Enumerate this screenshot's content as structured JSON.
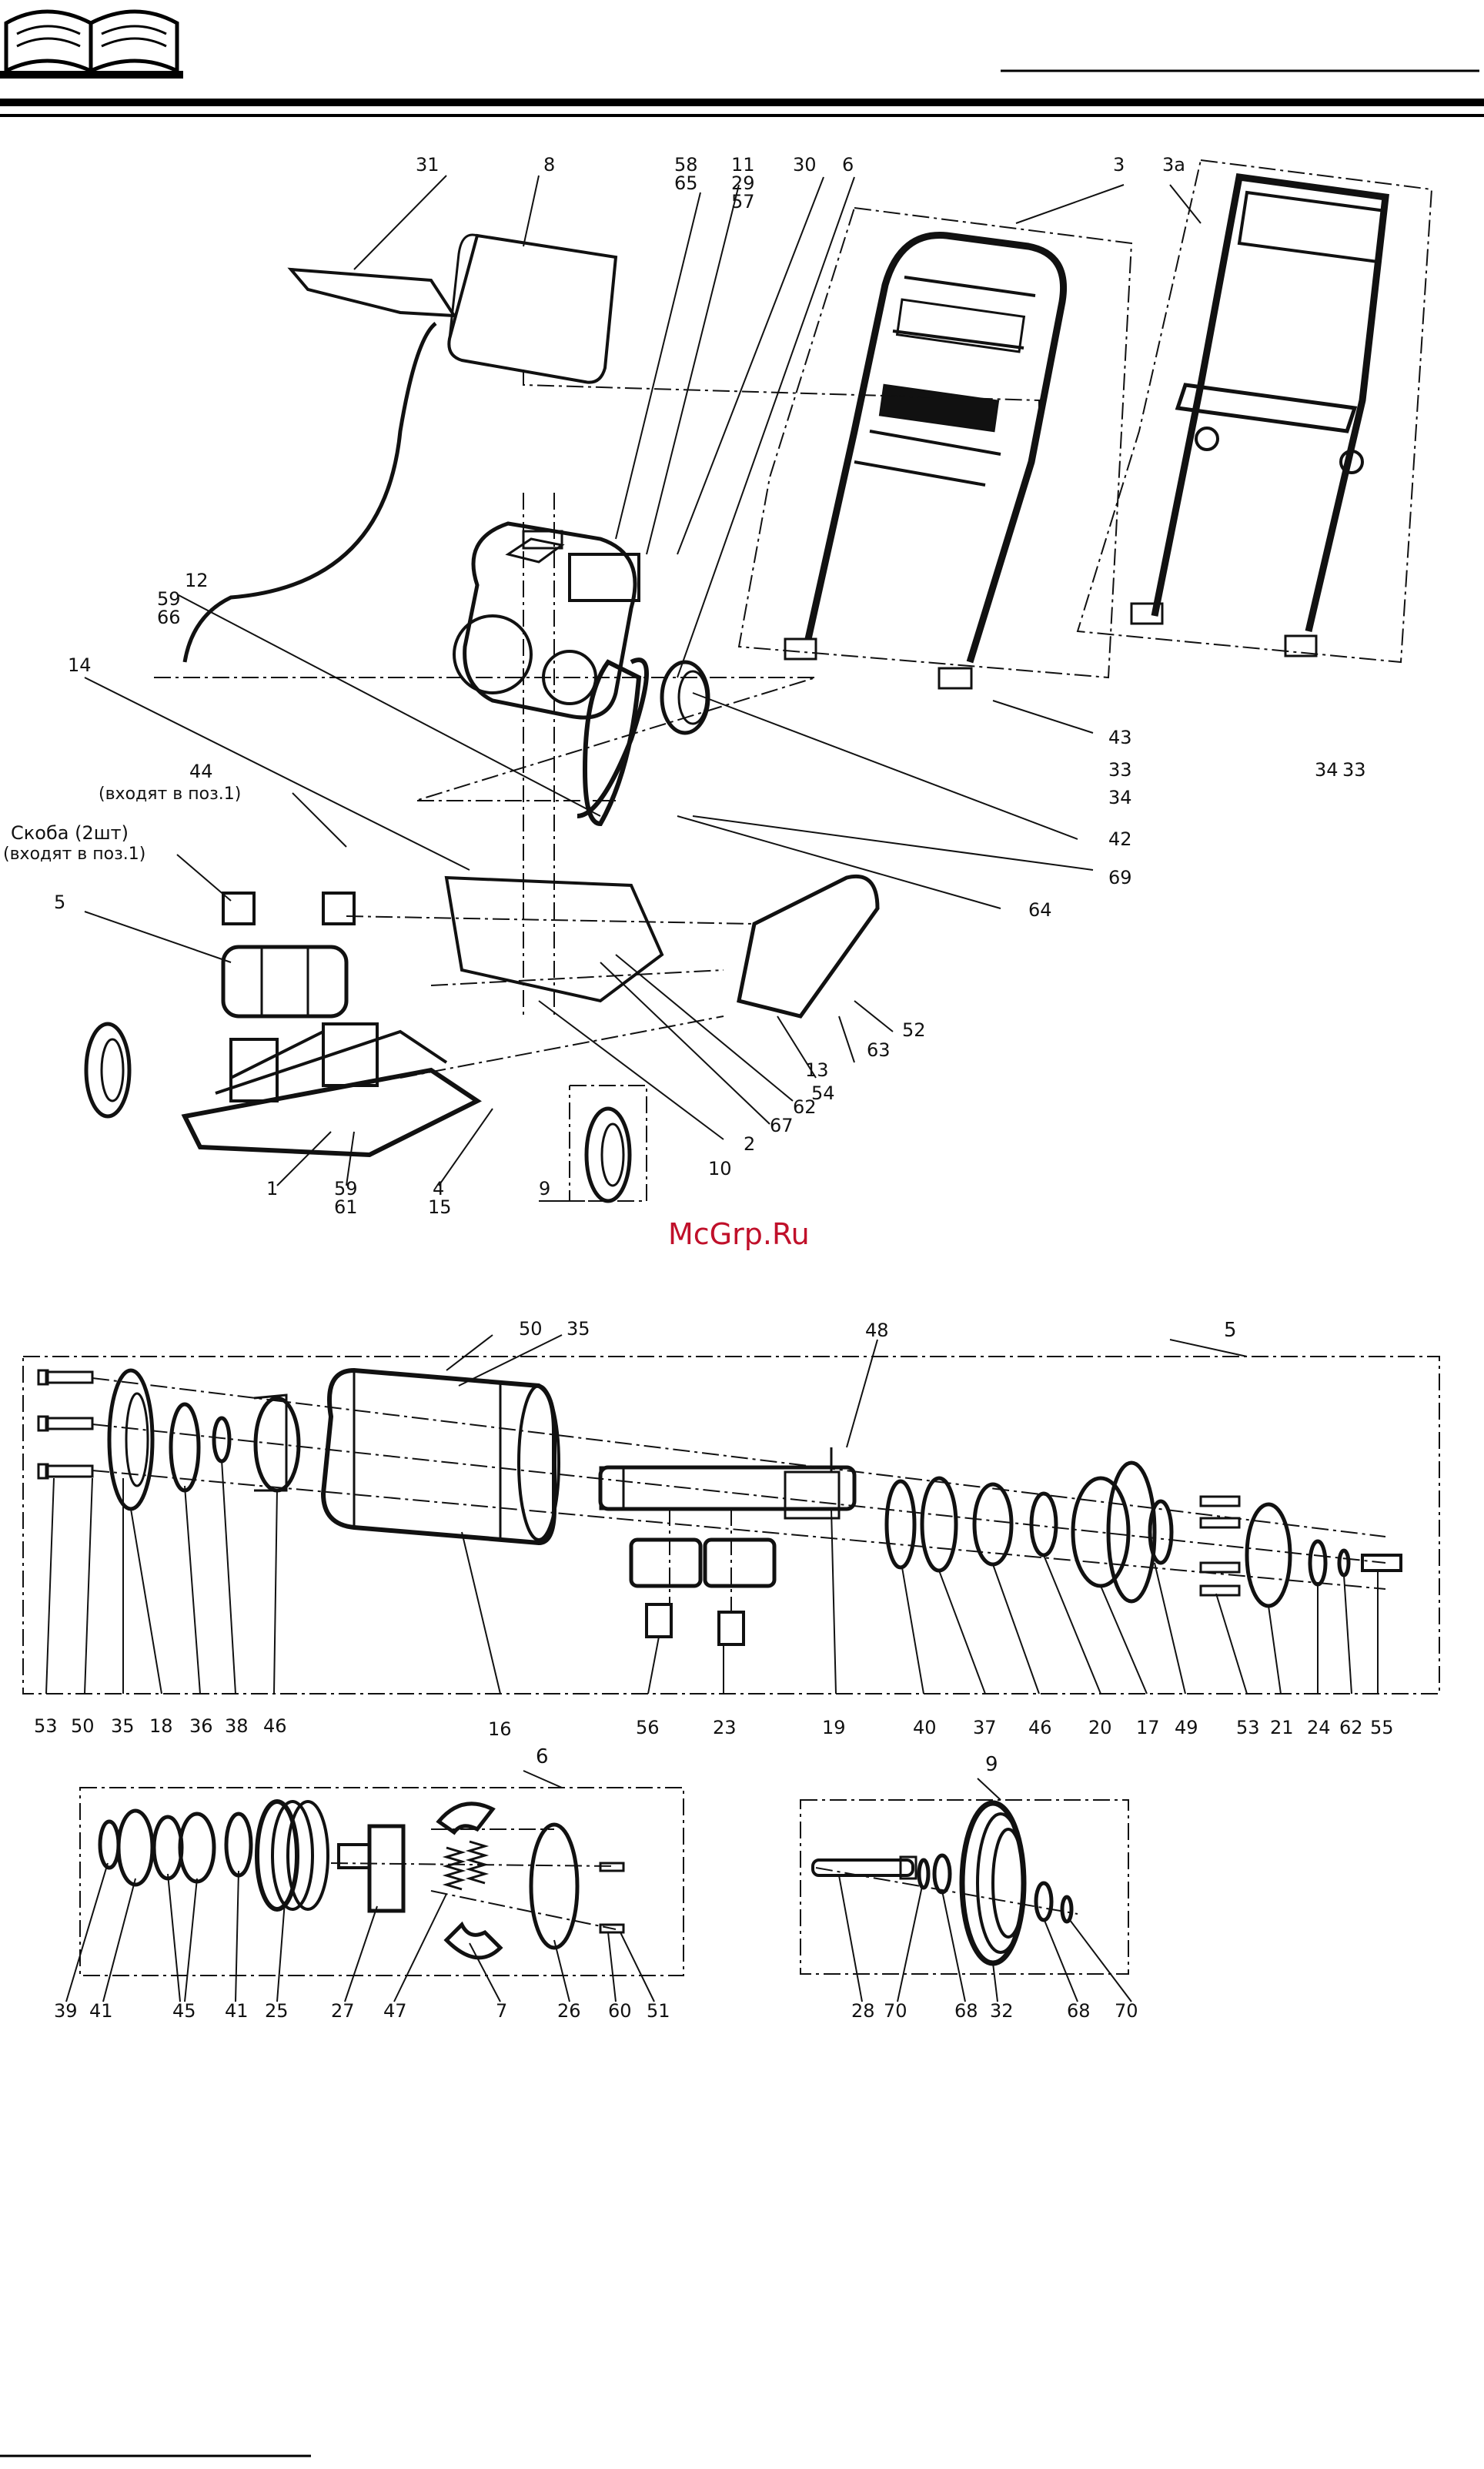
{
  "watermark": "McGrp.Ru",
  "section_labels": {
    "main_assembly_5": "5",
    "kit_6": "6",
    "kit_9": "9"
  },
  "callouts_top": [
    {
      "id": "c31",
      "text": "31"
    },
    {
      "id": "c8",
      "text": "8"
    },
    {
      "id": "c58",
      "text": "58"
    },
    {
      "id": "c65",
      "text": "65"
    },
    {
      "id": "c11",
      "text": "11"
    },
    {
      "id": "c29",
      "text": "29"
    },
    {
      "id": "c57",
      "text": "57"
    },
    {
      "id": "c30",
      "text": "30"
    },
    {
      "id": "c6",
      "text": "6"
    },
    {
      "id": "c3",
      "text": "3"
    },
    {
      "id": "c3a",
      "text": "3a"
    },
    {
      "id": "c12",
      "text": "12"
    },
    {
      "id": "c59a",
      "text": "59"
    },
    {
      "id": "c66",
      "text": "66"
    },
    {
      "id": "c14",
      "text": "14"
    },
    {
      "id": "c44",
      "text": "44"
    },
    {
      "id": "c44n",
      "text": "(входят в поз.1)"
    },
    {
      "id": "cbr",
      "text": "Скоба (2шт)"
    },
    {
      "id": "cbrn",
      "text": "(входят в поз.1)"
    },
    {
      "id": "c5",
      "text": "5"
    },
    {
      "id": "c43",
      "text": "43"
    },
    {
      "id": "c33a",
      "text": "33"
    },
    {
      "id": "c34a",
      "text": "34"
    },
    {
      "id": "c34b",
      "text": "34"
    },
    {
      "id": "c33b",
      "text": "33"
    },
    {
      "id": "c42",
      "text": "42"
    },
    {
      "id": "c69",
      "text": "69"
    },
    {
      "id": "c64",
      "text": "64"
    },
    {
      "id": "c52",
      "text": "52"
    },
    {
      "id": "c63",
      "text": "63"
    },
    {
      "id": "c13",
      "text": "13"
    },
    {
      "id": "c54",
      "text": "54"
    },
    {
      "id": "c62",
      "text": "62"
    },
    {
      "id": "c67",
      "text": "67"
    },
    {
      "id": "c2",
      "text": "2"
    },
    {
      "id": "c10",
      "text": "10"
    },
    {
      "id": "c1",
      "text": "1"
    },
    {
      "id": "c59b",
      "text": "59"
    },
    {
      "id": "c61",
      "text": "61"
    },
    {
      "id": "c4",
      "text": "4"
    },
    {
      "id": "c15",
      "text": "15"
    },
    {
      "id": "c9",
      "text": "9"
    }
  ],
  "callouts_middle": [
    {
      "id": "m50t",
      "text": "50"
    },
    {
      "id": "m35t",
      "text": "35"
    },
    {
      "id": "m48",
      "text": "48"
    },
    {
      "id": "m53",
      "text": "53"
    },
    {
      "id": "m50",
      "text": "50"
    },
    {
      "id": "m35",
      "text": "35"
    },
    {
      "id": "m18",
      "text": "18"
    },
    {
      "id": "m36",
      "text": "36"
    },
    {
      "id": "m38",
      "text": "38"
    },
    {
      "id": "m46a",
      "text": "46"
    },
    {
      "id": "m16",
      "text": "16"
    },
    {
      "id": "m56",
      "text": "56"
    },
    {
      "id": "m23",
      "text": "23"
    },
    {
      "id": "m19",
      "text": "19"
    },
    {
      "id": "m40",
      "text": "40"
    },
    {
      "id": "m37",
      "text": "37"
    },
    {
      "id": "m46b",
      "text": "46"
    },
    {
      "id": "m20",
      "text": "20"
    },
    {
      "id": "m17",
      "text": "17"
    },
    {
      "id": "m49",
      "text": "49"
    },
    {
      "id": "m53b",
      "text": "53"
    },
    {
      "id": "m21",
      "text": "21"
    },
    {
      "id": "m24",
      "text": "24"
    },
    {
      "id": "m62",
      "text": "62"
    },
    {
      "id": "m55",
      "text": "55"
    }
  ],
  "callouts_bottom_left": [
    {
      "id": "b39",
      "text": "39"
    },
    {
      "id": "b41a",
      "text": "41"
    },
    {
      "id": "b45",
      "text": "45"
    },
    {
      "id": "b41b",
      "text": "41"
    },
    {
      "id": "b25",
      "text": "25"
    },
    {
      "id": "b27",
      "text": "27"
    },
    {
      "id": "b47",
      "text": "47"
    },
    {
      "id": "b7",
      "text": "7"
    },
    {
      "id": "b26",
      "text": "26"
    },
    {
      "id": "b60",
      "text": "60"
    },
    {
      "id": "b51",
      "text": "51"
    }
  ],
  "callouts_bottom_right": [
    {
      "id": "r28",
      "text": "28"
    },
    {
      "id": "r70a",
      "text": "70"
    },
    {
      "id": "r68a",
      "text": "68"
    },
    {
      "id": "r32",
      "text": "32"
    },
    {
      "id": "r68b",
      "text": "68"
    },
    {
      "id": "r70b",
      "text": "70"
    }
  ]
}
